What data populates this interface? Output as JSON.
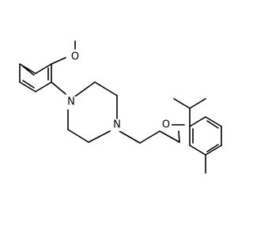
{
  "molecule": {
    "atoms": {
      "n1": "N",
      "n2": "N",
      "o_methoxy": "O",
      "o_ether": "O"
    }
  }
}
